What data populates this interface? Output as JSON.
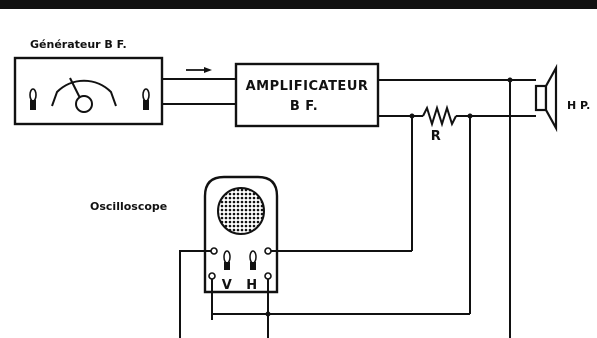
{
  "labels": {
    "generator": "Générateur B F.",
    "amplifier_line1": "AMPLIFICATEUR",
    "amplifier_line2": "B F.",
    "resistor": "R",
    "speaker": "H P.",
    "oscilloscope": "Oscilloscope",
    "vertical": "V",
    "horizontal": "H"
  }
}
